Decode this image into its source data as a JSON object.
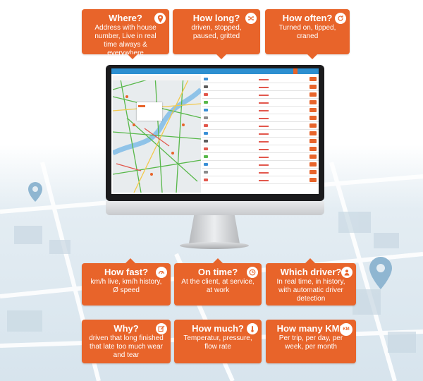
{
  "colors": {
    "accent": "#e8642a",
    "map_bg": "#dbe7ef",
    "bezel": "#1b1b1d",
    "app_bar": "#2d8fd0"
  },
  "callouts": {
    "where": {
      "title": "Where?",
      "desc": "Address with house number, Live in real time always & everywhere",
      "icon": "location-pin-icon"
    },
    "howlong": {
      "title": "How long?",
      "desc": "driven, stopped, paused, gritted",
      "icon": "shuffle-icon"
    },
    "howoften": {
      "title": "How often?",
      "desc": "Turned on, tipped, craned",
      "icon": "refresh-icon"
    },
    "howfast": {
      "title": "How fast?",
      "desc": "km/h live, km/h history, Ø speed",
      "icon": "speedometer-icon"
    },
    "ontime": {
      "title": "On time?",
      "desc": "At the client, at service, at work",
      "icon": "clock-icon"
    },
    "driver": {
      "title": "Which driver?",
      "desc": "In real time, in history, with automatic driver detection",
      "icon": "user-icon"
    },
    "why": {
      "title": "Why?",
      "desc": "driven that long finished that late too much wear and tear",
      "icon": "edit-icon"
    },
    "howmuch": {
      "title": "How much?",
      "desc": "Temperatur, pressure, flow rate",
      "icon": "thermometer-icon"
    },
    "howmany": {
      "title": "How many KM?",
      "desc": "Per trip, per day, per week, per month",
      "icon": "km-badge-icon",
      "badge": "KM"
    }
  },
  "screen": {
    "rows": 14
  }
}
